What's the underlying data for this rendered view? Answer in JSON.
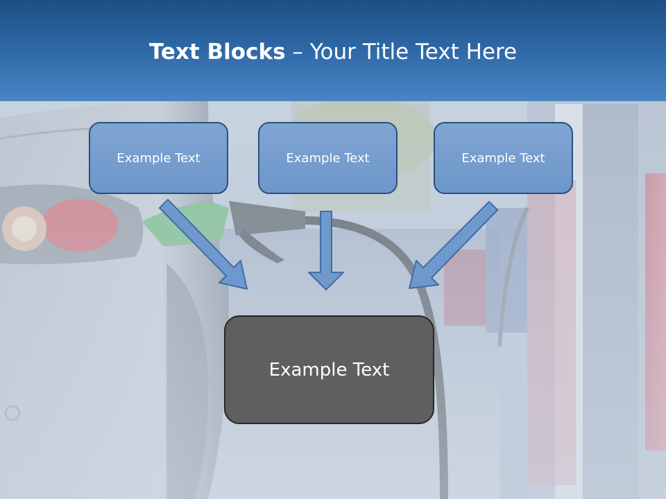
{
  "slide": {
    "title_bold": "Text Blocks",
    "title_separator": " – ",
    "title_rest": "Your Title Text Here"
  },
  "boxes": {
    "top": [
      "Example Text",
      "Example Text",
      "Example Text"
    ],
    "bottom": "Example Text"
  },
  "colors": {
    "header_top": "#1f4f82",
    "header_bottom": "#4a84c4",
    "box_fill": "#7aa1d0",
    "box_border": "#2a4f7e",
    "big_box_fill": "#5f5f5f",
    "arrow_fill": "#6f98cc"
  }
}
